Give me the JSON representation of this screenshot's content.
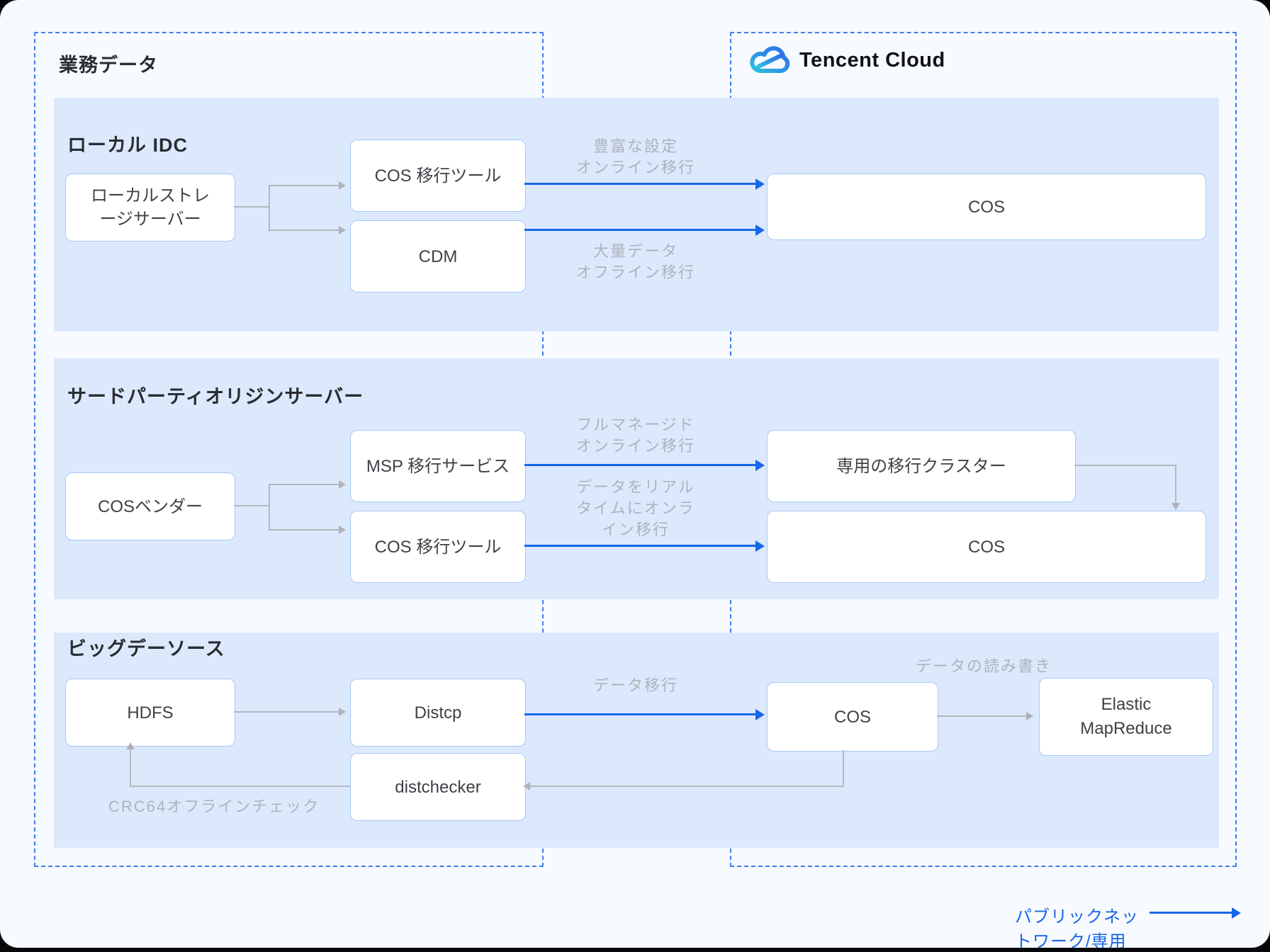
{
  "diagram": {
    "left_group_title": "業務データ",
    "cloud_brand": "Tencent Cloud",
    "legend_label": "パブリックネットワーク/専用回線",
    "sections": [
      {
        "title": "ローカル IDC",
        "source_box": "ローカルストレージサーバー",
        "tool_boxes": [
          "COS 移行ツール",
          "CDM"
        ],
        "target_boxes": [
          "COS"
        ],
        "flow_labels": [
          "豊富な設定\nオンライン移行",
          "大量データ\nオフライン移行"
        ]
      },
      {
        "title": "サードパーティオリジンサーバー",
        "source_box": "COSベンダー",
        "tool_boxes": [
          "MSP 移行サービス",
          "COS 移行ツール"
        ],
        "target_boxes": [
          "専用の移行クラスター",
          "COS"
        ],
        "flow_labels": [
          "フルマネージド\nオンライン移行",
          "データをリアル\nタイムにオンラ\nイン移行"
        ]
      },
      {
        "title": "ビッグデーソース",
        "source_box": "HDFS",
        "tool_boxes": [
          "Distcp",
          "distchecker"
        ],
        "target_boxes": [
          "COS",
          "Elastic\nMapReduce"
        ],
        "flow_labels": [
          "データ移行",
          "データの読み書き",
          "CRC64オフラインチェック"
        ]
      }
    ],
    "colors": {
      "accent_blue": "#1767E8",
      "dashed_border": "#3E7DEF",
      "band_background": "#DCE9FC",
      "canvas_background": "#F7FAFE",
      "muted_label": "#AEB3BC",
      "connector_grey": "#B3B8BF"
    }
  }
}
